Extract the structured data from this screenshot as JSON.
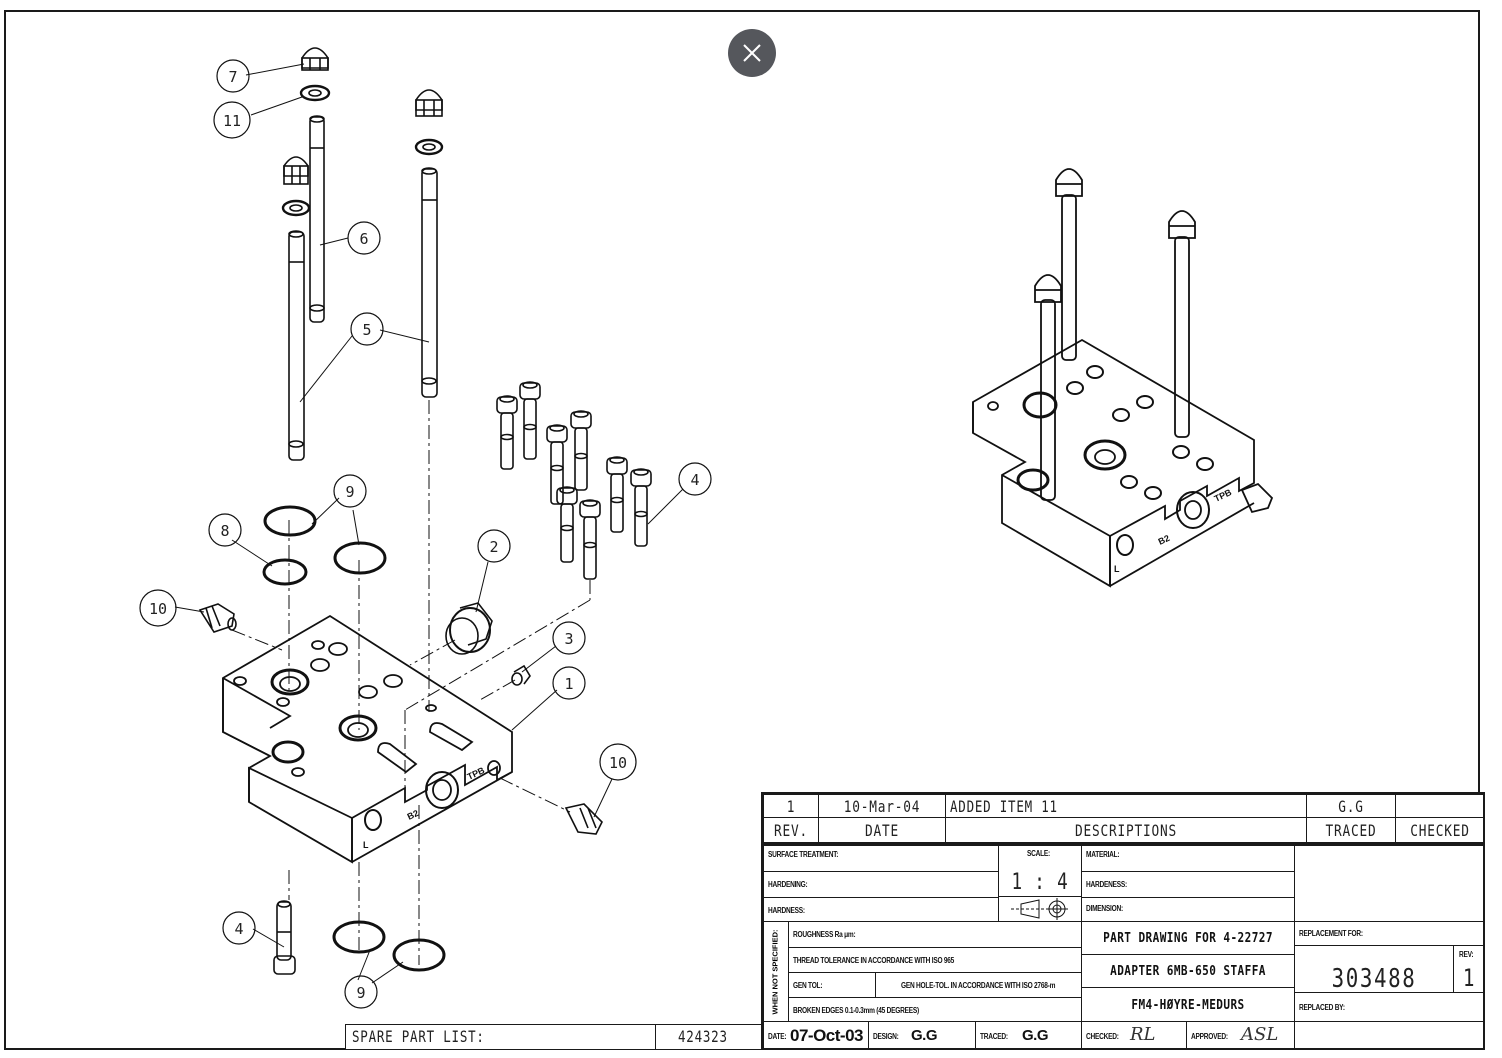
{
  "overlay": {
    "close_icon": "close-icon"
  },
  "revision_table": {
    "rows": [
      {
        "rev": "1",
        "date": "10-Mar-04",
        "description": "ADDED ITEM 11",
        "traced": "G.G",
        "checked": ""
      }
    ],
    "headers": {
      "rev": "REV.",
      "date": "DATE",
      "description": "DESCRIPTIONS",
      "traced": "TRACED",
      "checked": "CHECKED"
    }
  },
  "title_block": {
    "surface_treatment_label": "SURFACE TREATMENT:",
    "hardening_label": "HARDENING:",
    "hardness_label": "HARDNESS:",
    "scale_label": "SCALE:",
    "scale_value": "1 : 4",
    "material_label": "MATERIAL:",
    "hardeness_label": "HARDENESS:",
    "dimension_label": "DIMENSION:",
    "when_not_specified": "WHEN NOT SPECIFIED:",
    "roughness_label": "ROUGHNESS Ra μm:",
    "thread_tolerance": "THREAD TOLERANCE IN ACCORDANCE WITH ISO 965",
    "gen_tol_label": "GEN TOL:",
    "gen_hole_tol": "GEN HOLE-TOL. IN ACCORDANCE WITH ISO 2768-m",
    "broken_edges": "BROKEN EDGES 0.1-0.3mm (45 DEGREES)",
    "title_line1": "PART DRAWING FOR 4-22727",
    "title_line2": "ADAPTER 6MB-650 STAFFA",
    "title_line3": "FM4-HØYRE-MEDURS",
    "replacement_for_label": "REPLACEMENT FOR:",
    "drawing_number": "303488",
    "rev_label": "REV:",
    "rev_value": "1",
    "replaced_by_label": "REPLACED BY:",
    "date_label": "DATE:",
    "date_value": "07-Oct-03",
    "design_label": "DESIGN:",
    "design_value": "G.G",
    "traced_label": "TRACED:",
    "traced_value": "G.G",
    "checked_label": "CHECKED:",
    "checked_signature": "RL",
    "approved_label": "APPROVED:",
    "approved_signature": "ASL"
  },
  "spare_part_list": {
    "label": "SPARE PART LIST:",
    "value": "424323"
  },
  "balloons": [
    {
      "id": "7"
    },
    {
      "id": "11"
    },
    {
      "id": "6"
    },
    {
      "id": "5"
    },
    {
      "id": "9"
    },
    {
      "id": "8"
    },
    {
      "id": "10"
    },
    {
      "id": "2"
    },
    {
      "id": "3"
    },
    {
      "id": "1"
    },
    {
      "id": "4"
    },
    {
      "id": "10b",
      "label": "10"
    },
    {
      "id": "4b",
      "label": "4"
    },
    {
      "id": "9b",
      "label": "9"
    }
  ],
  "port_markings": {
    "tpb": "TPB",
    "b2": "B2",
    "l": "L"
  }
}
